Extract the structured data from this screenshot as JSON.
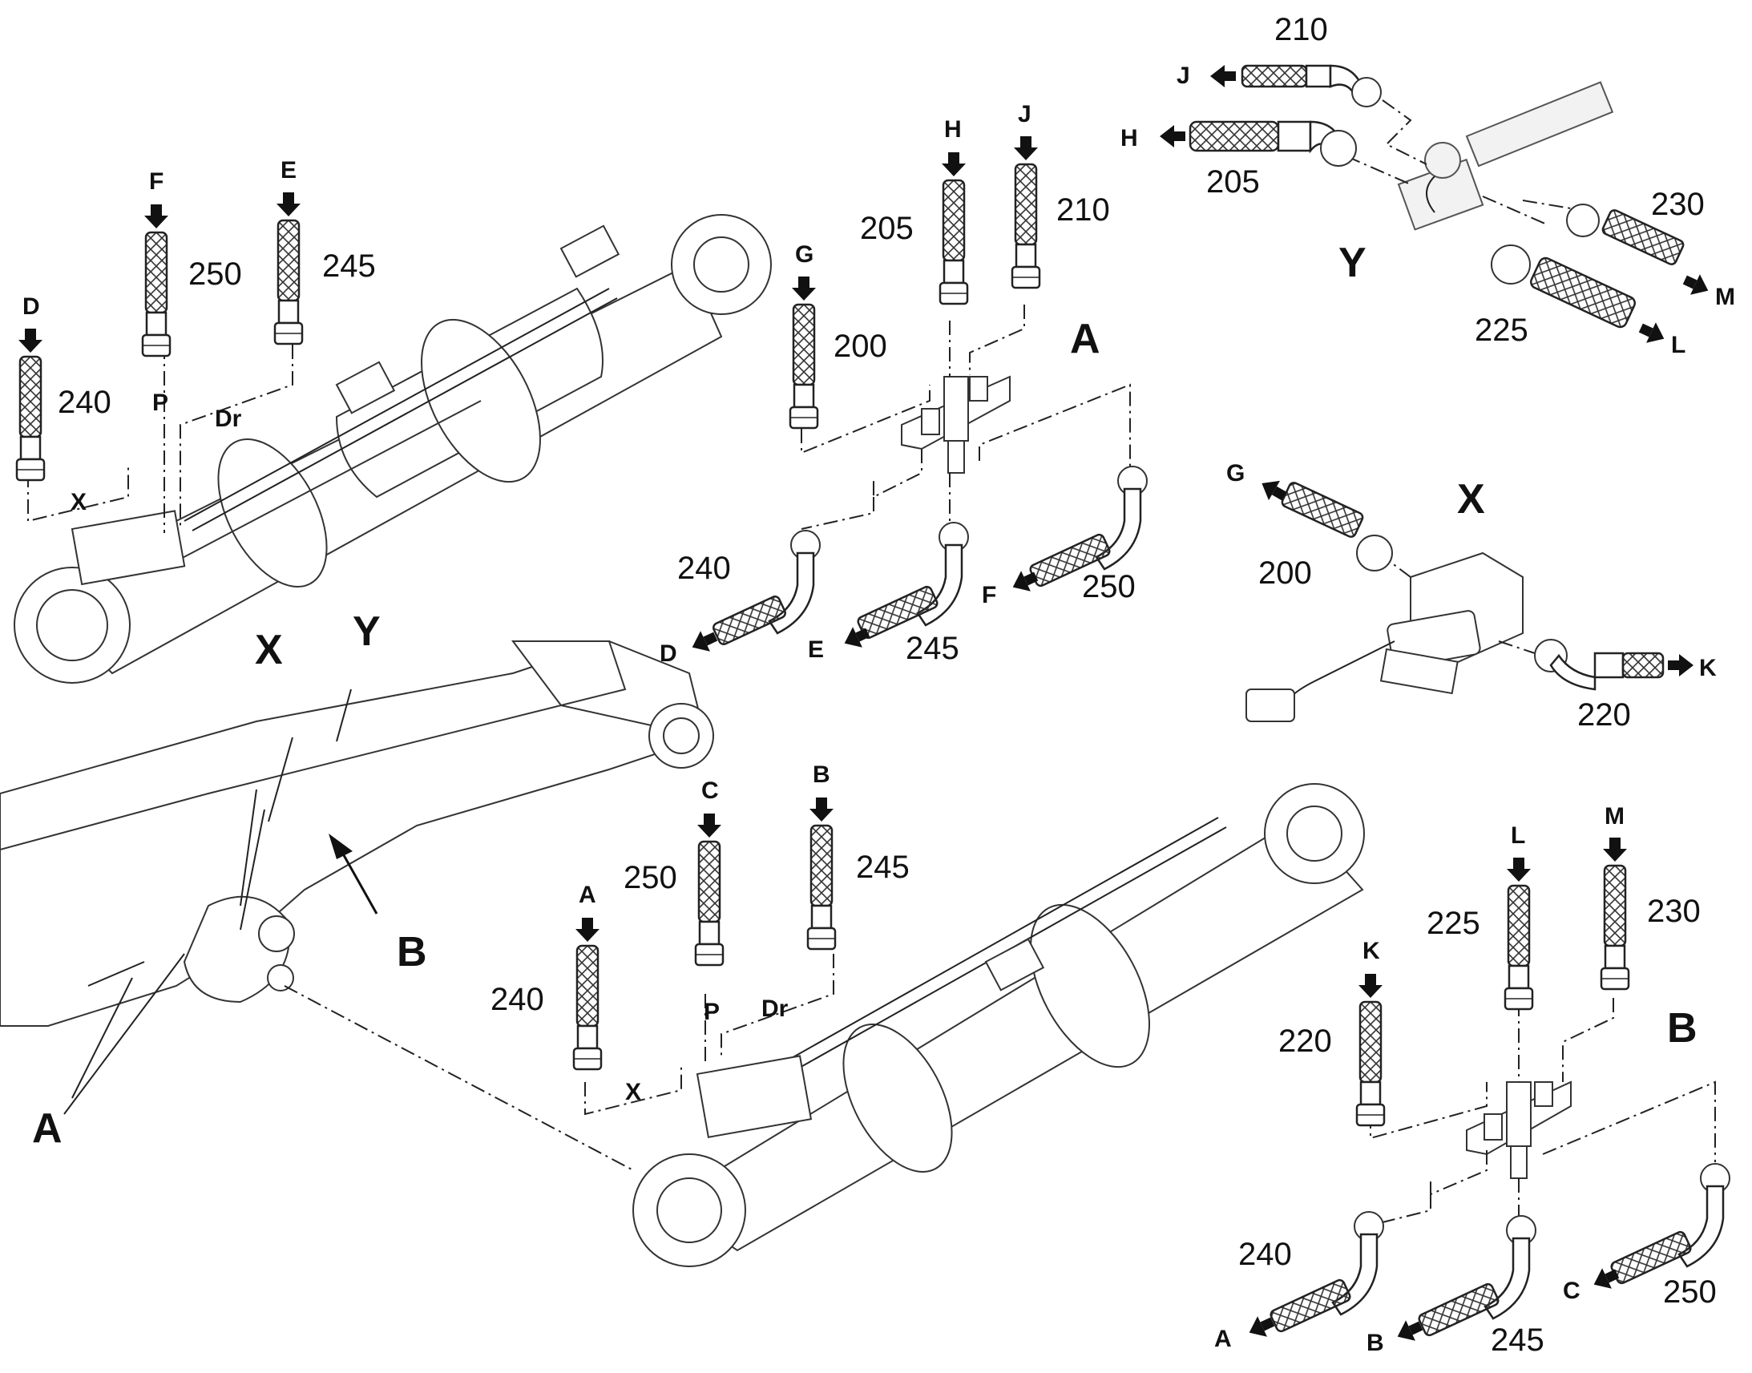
{
  "labels": {
    "A": "A",
    "B": "B",
    "C": "C",
    "D": "D",
    "E": "E",
    "F": "F",
    "G": "G",
    "H": "H",
    "J": "J",
    "K": "K",
    "L": "L",
    "M": "M",
    "P": "P",
    "Dr": "Dr",
    "X": "X",
    "Y": "Y"
  },
  "parts": {
    "p200": "200",
    "p205": "205",
    "p210": "210",
    "p220": "220",
    "p225": "225",
    "p230": "230",
    "p240": "240",
    "p245": "245",
    "p250": "250"
  }
}
